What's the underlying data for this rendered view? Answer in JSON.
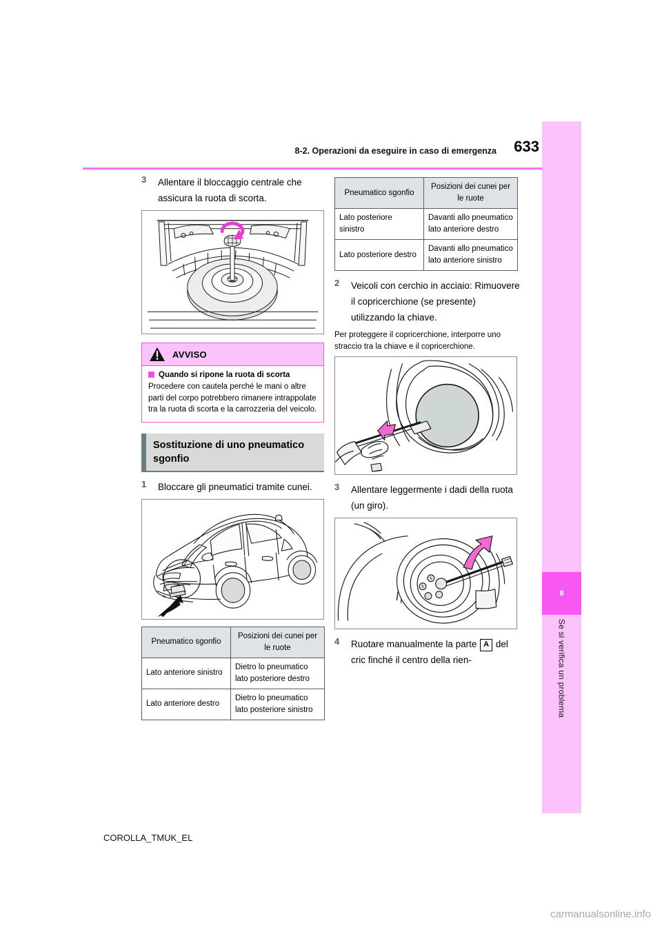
{
  "header": {
    "section_title": "8-2. Operazioni da eseguire in caso di emergenza",
    "page_number": "633"
  },
  "side_tab": {
    "chapter_number": "8",
    "chapter_label": "Se si verifica un problema"
  },
  "footer": {
    "document_code": "COROLLA_TMUK_EL",
    "watermark": "carmanualsonline.info"
  },
  "left_column": {
    "step3": {
      "number": "3",
      "text": "Allentare il bloccaggio centrale che assicura la ruota di scorta."
    },
    "figure_trunk_alt": "Vano bagagli con ruota di scorta e bloccaggio centrale",
    "warning": {
      "icon": "warning-triangle-icon",
      "title": "AVVISO",
      "subtitle": "Quando si ripone la ruota di scorta",
      "text": "Procedere con cautela perché le mani o altre parti del corpo potrebbero rimanere intrappolate tra la ruota di scorta e la carrozzeria del veicolo."
    },
    "section": {
      "title": "Sostituzione di uno pneumatico sgonfio"
    },
    "step1": {
      "number": "1",
      "text": "Bloccare gli pneumatici tramite cunei."
    },
    "figure_car_alt": "Vista del veicolo con indicazione del punto di bloccaggio",
    "table": {
      "headers": [
        "Pneumatico sgonfio",
        "Posizioni dei cunei per le ruote"
      ],
      "rows": [
        [
          "Lato anteriore sinistro",
          "Dietro lo pneumatico lato posteriore destro"
        ],
        [
          "Lato anteriore destro",
          "Dietro lo pneumatico lato posteriore sinistro"
        ]
      ]
    }
  },
  "right_column": {
    "table": {
      "headers": [
        "Pneumatico sgonfio",
        "Posizioni dei cunei per le ruote"
      ],
      "rows": [
        [
          "Lato posteriore sinistro",
          "Davanti allo pneumatico lato anteriore destro"
        ],
        [
          "Lato posteriore destro",
          "Davanti allo pneumatico lato anteriore sinistro"
        ]
      ]
    },
    "step2": {
      "number": "2",
      "text": "Veicoli con cerchio in acciaio: Rimuovere il copricerchione (se presente) utilizzando la chiave.",
      "note": "Per proteggere il copricerchione, interporre uno straccio tra la chiave e il copricerchione."
    },
    "figure_hubcap_alt": "Rimozione del copricerchione con la chiave",
    "step3": {
      "number": "3",
      "text": "Allentare leggermente i dadi della ruota (un giro)."
    },
    "figure_wheelnuts_alt": "Allentamento dei dadi della ruota con la chiave",
    "step4": {
      "number": "4",
      "text_before": "Ruotare manualmente la parte",
      "marker": "A",
      "text_after": "del cric finché il centro della rien-"
    }
  },
  "colors": {
    "accent_magenta": "#f972f0",
    "tab_light": "#fbc2fb",
    "tab_strong": "#f857f0",
    "step_number": "#516068",
    "table_header": "#dde3e6",
    "section_bar": "#6b7b82"
  }
}
